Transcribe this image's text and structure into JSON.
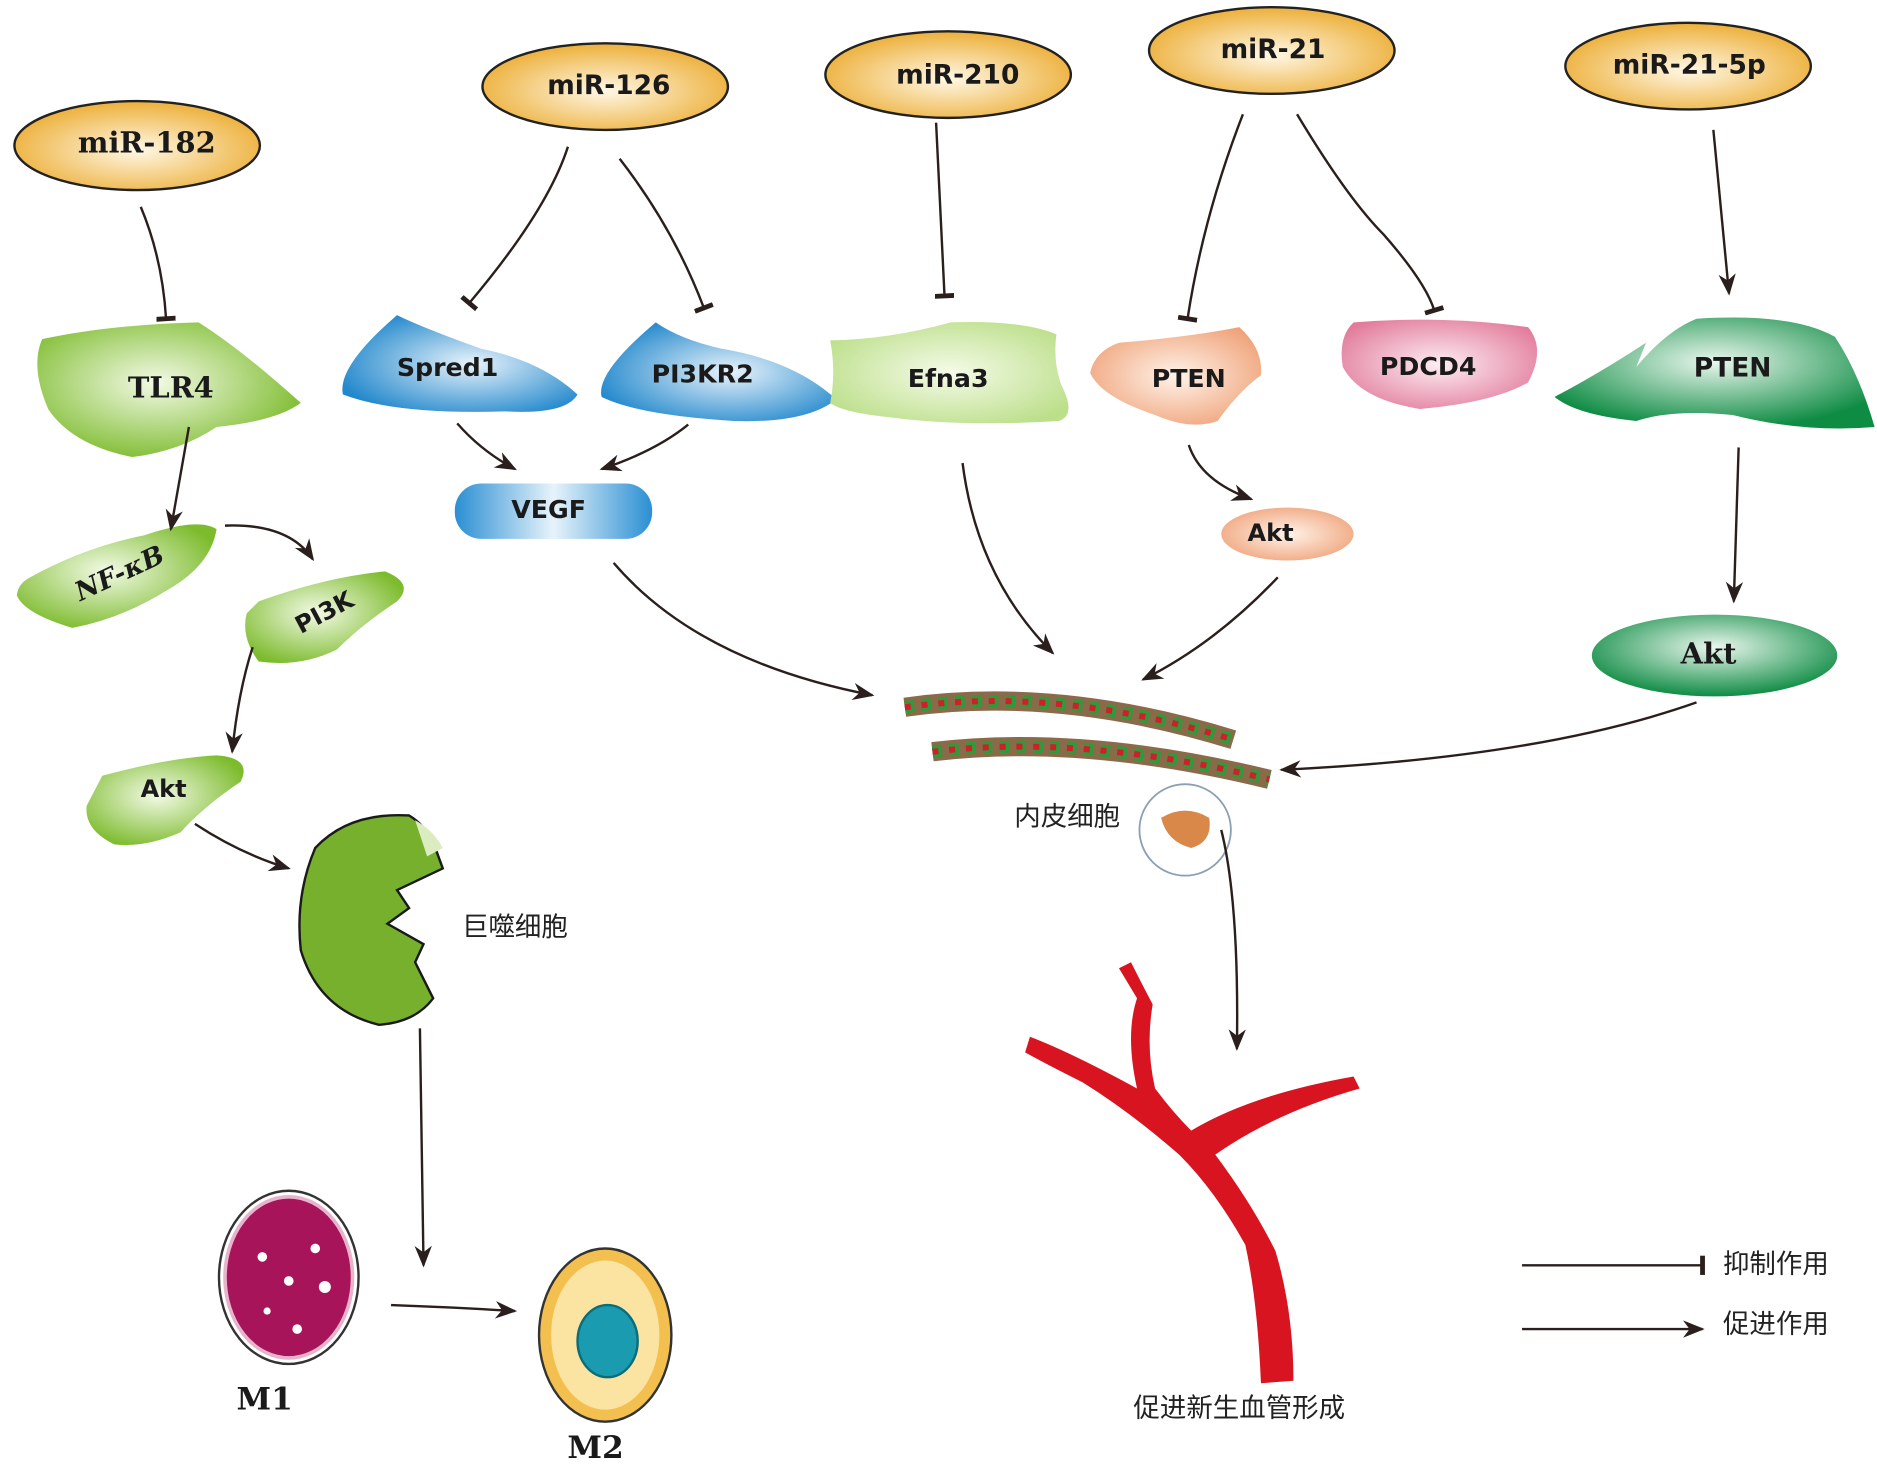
{
  "mirnas": [
    {
      "id": "mir182",
      "label": "miR-182"
    },
    {
      "id": "mir126",
      "label": "miR-126"
    },
    {
      "id": "mir210",
      "label": "miR-210"
    },
    {
      "id": "mir21",
      "label": "miR-21"
    },
    {
      "id": "mir215p",
      "label": "miR-21-5p"
    }
  ],
  "targets": {
    "tlr4": "TLR4",
    "spred1": "Spred1",
    "pi3kr2": "PI3KR2",
    "efna3": "Efna3",
    "pten1": "PTEN",
    "pdcd4": "PDCD4",
    "pten2": "PTEN",
    "vegf": "VEGF",
    "akt1": "Akt",
    "akt2": "Akt",
    "nfkb": "NF-κB",
    "pi3k": "PI3K",
    "akt_left": "Akt"
  },
  "cells": {
    "endothelial": "内皮细胞",
    "macrophage": "巨噬细胞",
    "m1": "M1",
    "m2": "M2",
    "angiogenesis": "促进新生血管形成"
  },
  "legend": {
    "inhibit": "抑制作用",
    "promote": "促进作用"
  },
  "edges": [
    {
      "from": "miR-182",
      "to": "TLR4",
      "type": "inhibit"
    },
    {
      "from": "miR-126",
      "to": "Spred1",
      "type": "inhibit"
    },
    {
      "from": "miR-126",
      "to": "PI3KR2",
      "type": "inhibit"
    },
    {
      "from": "miR-210",
      "to": "Efna3",
      "type": "inhibit"
    },
    {
      "from": "miR-21",
      "to": "PTEN",
      "type": "inhibit"
    },
    {
      "from": "miR-21",
      "to": "PDCD4",
      "type": "inhibit"
    },
    {
      "from": "miR-21-5p",
      "to": "PTEN",
      "type": "promote"
    },
    {
      "from": "TLR4",
      "to": "NF-κB",
      "type": "promote"
    },
    {
      "from": "NF-κB",
      "to": "PI3K",
      "type": "promote"
    },
    {
      "from": "PI3K",
      "to": "Akt",
      "type": "promote"
    },
    {
      "from": "Akt",
      "to": "巨噬细胞",
      "type": "promote"
    },
    {
      "from": "巨噬细胞",
      "to": "M2",
      "type": "promote"
    },
    {
      "from": "M1",
      "to": "M2",
      "type": "promote"
    },
    {
      "from": "Spred1",
      "to": "VEGF",
      "type": "promote"
    },
    {
      "from": "PI3KR2",
      "to": "VEGF",
      "type": "promote"
    },
    {
      "from": "VEGF",
      "to": "内皮细胞",
      "type": "promote"
    },
    {
      "from": "Efna3",
      "to": "内皮细胞",
      "type": "promote"
    },
    {
      "from": "PTEN",
      "to": "Akt",
      "type": "promote"
    },
    {
      "from": "Akt",
      "to": "内皮细胞",
      "type": "promote"
    },
    {
      "from": "PTEN",
      "to": "Akt",
      "type": "promote"
    },
    {
      "from": "Akt",
      "to": "内皮细胞",
      "type": "promote"
    },
    {
      "from": "内皮细胞",
      "to": "促进新生血管形成",
      "type": "promote"
    }
  ],
  "colors": {
    "mirna": "#eeb02e",
    "blue": "#2b8fd0",
    "lightgreen": "#bfe08a",
    "green": "#7ab72e",
    "peach": "#f0a57a",
    "pink": "#e07a9a",
    "darkgreen": "#13914a",
    "vessel": "#d7141f",
    "m1": "#a8145a",
    "m2": "#f3c050"
  }
}
